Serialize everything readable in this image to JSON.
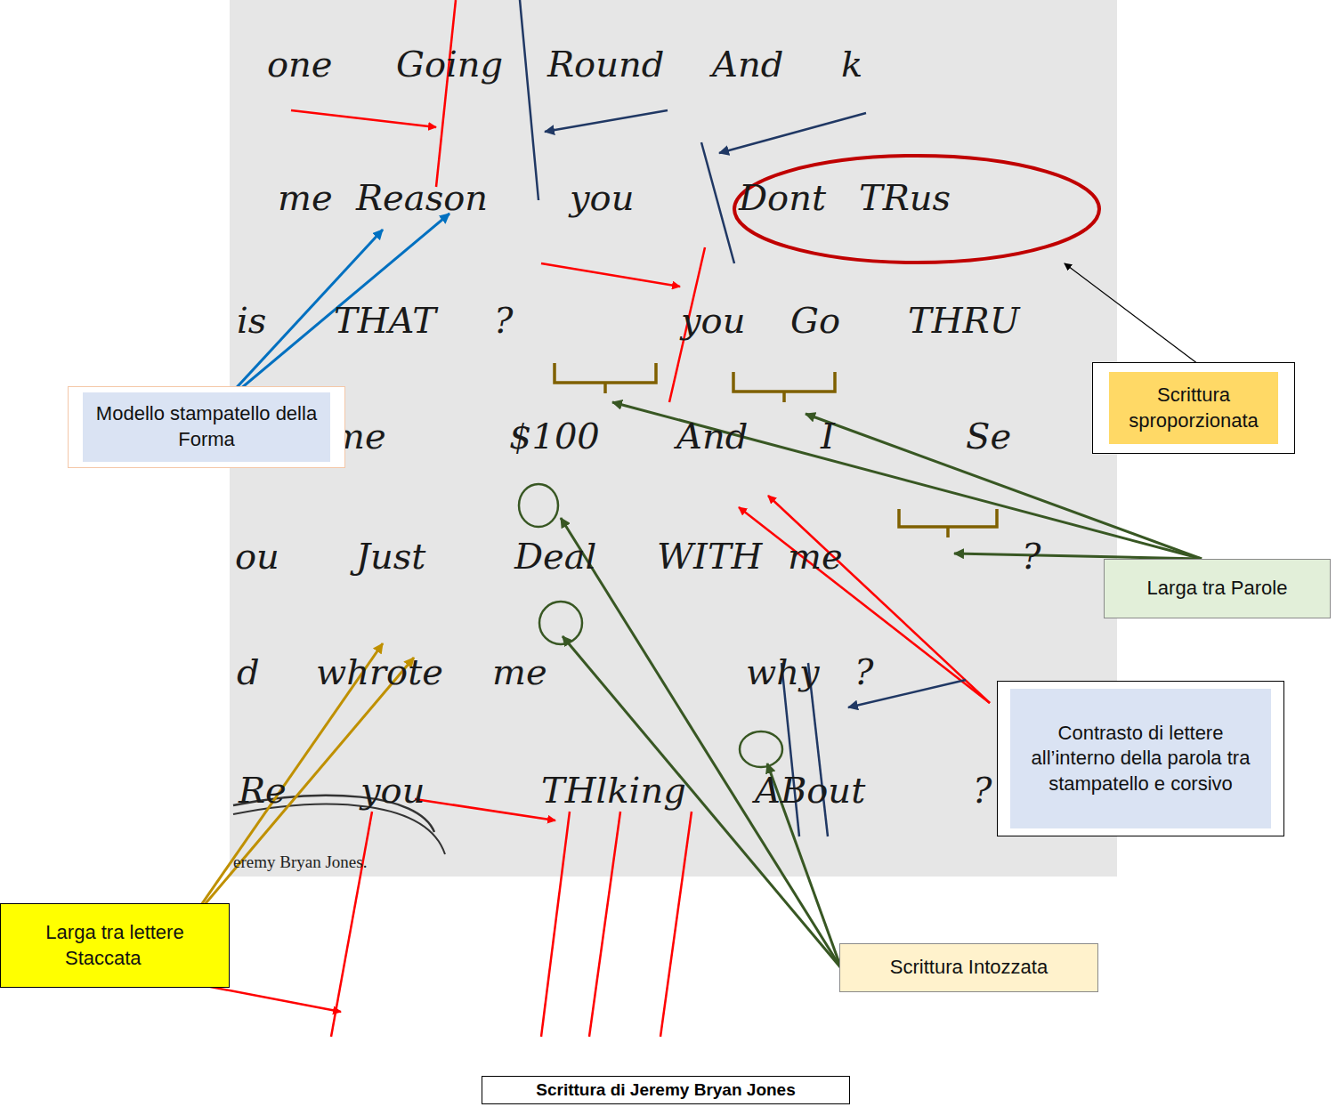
{
  "diagram": {
    "caption": "Scrittura di Jeremy Bryan Jones",
    "nodes": [
      {
        "text": [
          "Modello stampatello della Forma"
        ]
      },
      {
        "text": [
          "Scrittura sproporzionata"
        ]
      },
      {
        "text": [
          "Larga tra Parole"
        ]
      },
      {
        "text": [
          "Contrasto di lettere all’interno della parola tra stampatello e corsivo"
        ]
      },
      {
        "text": [
          "Larga tra lettere",
          "Staccata"
        ]
      },
      {
        "text": [
          "Scrittura Intozzata"
        ]
      }
    ],
    "labels": [
      "one",
      "Going",
      "Round",
      "And",
      "k",
      "me",
      "Reason",
      "you",
      "Dont",
      "TRus",
      "is",
      "THAT",
      "?",
      "you",
      "Go",
      "THRU",
      "ent",
      "me",
      "$100",
      "And",
      "I",
      "Se",
      "ou",
      "Just",
      "Deal",
      "WITH",
      "me",
      "?",
      "d",
      "whrote",
      "me",
      "why",
      "?",
      "Re",
      "you",
      "THlking",
      "ABout",
      "?",
      "eremy Bryan Jones."
    ]
  }
}
